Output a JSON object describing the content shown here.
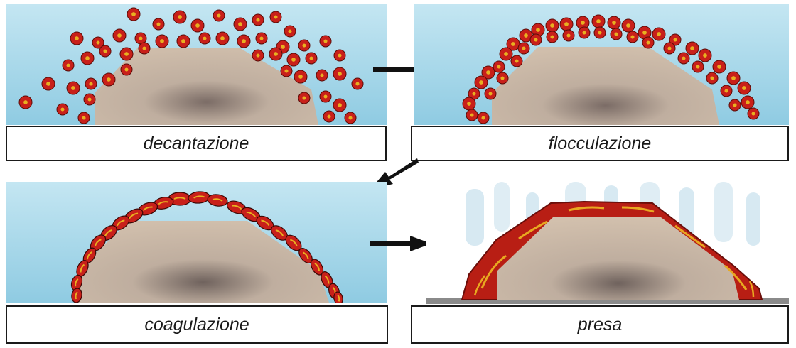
{
  "stages": [
    {
      "id": "decantazione",
      "label": "decantazione"
    },
    {
      "id": "flocculazione",
      "label": "flocculazione"
    },
    {
      "id": "coagulazione",
      "label": "coagulazione"
    },
    {
      "id": "presa",
      "label": "presa"
    }
  ],
  "colors": {
    "water": "#a9d9ea",
    "rock": "#c9b5a1",
    "particle": "#c8201a",
    "particle_core": "#e8b020",
    "arrow": "#111111"
  }
}
